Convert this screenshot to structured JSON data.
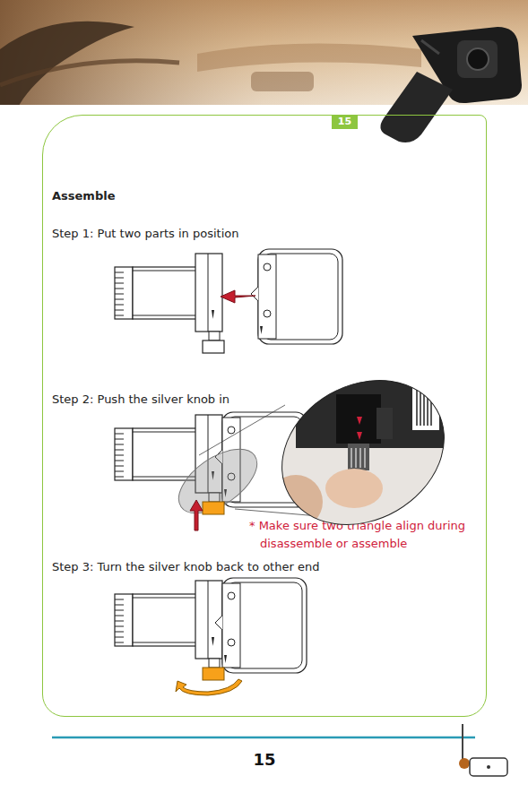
{
  "diagram": {
    "nodes": [
      {
        "text": [
          "Assemble",
          "Step 1: Put two parts in position",
          "Step 2: Push the silver knob in",
          "* Make sure two triangle align during disassemble or assemble",
          "Step 3: Turn the silver knob back to other end"
        ]
      },
      {
        "text": [
          "15"
        ]
      }
    ],
    "labels": [
      "15"
    ]
  }
}
